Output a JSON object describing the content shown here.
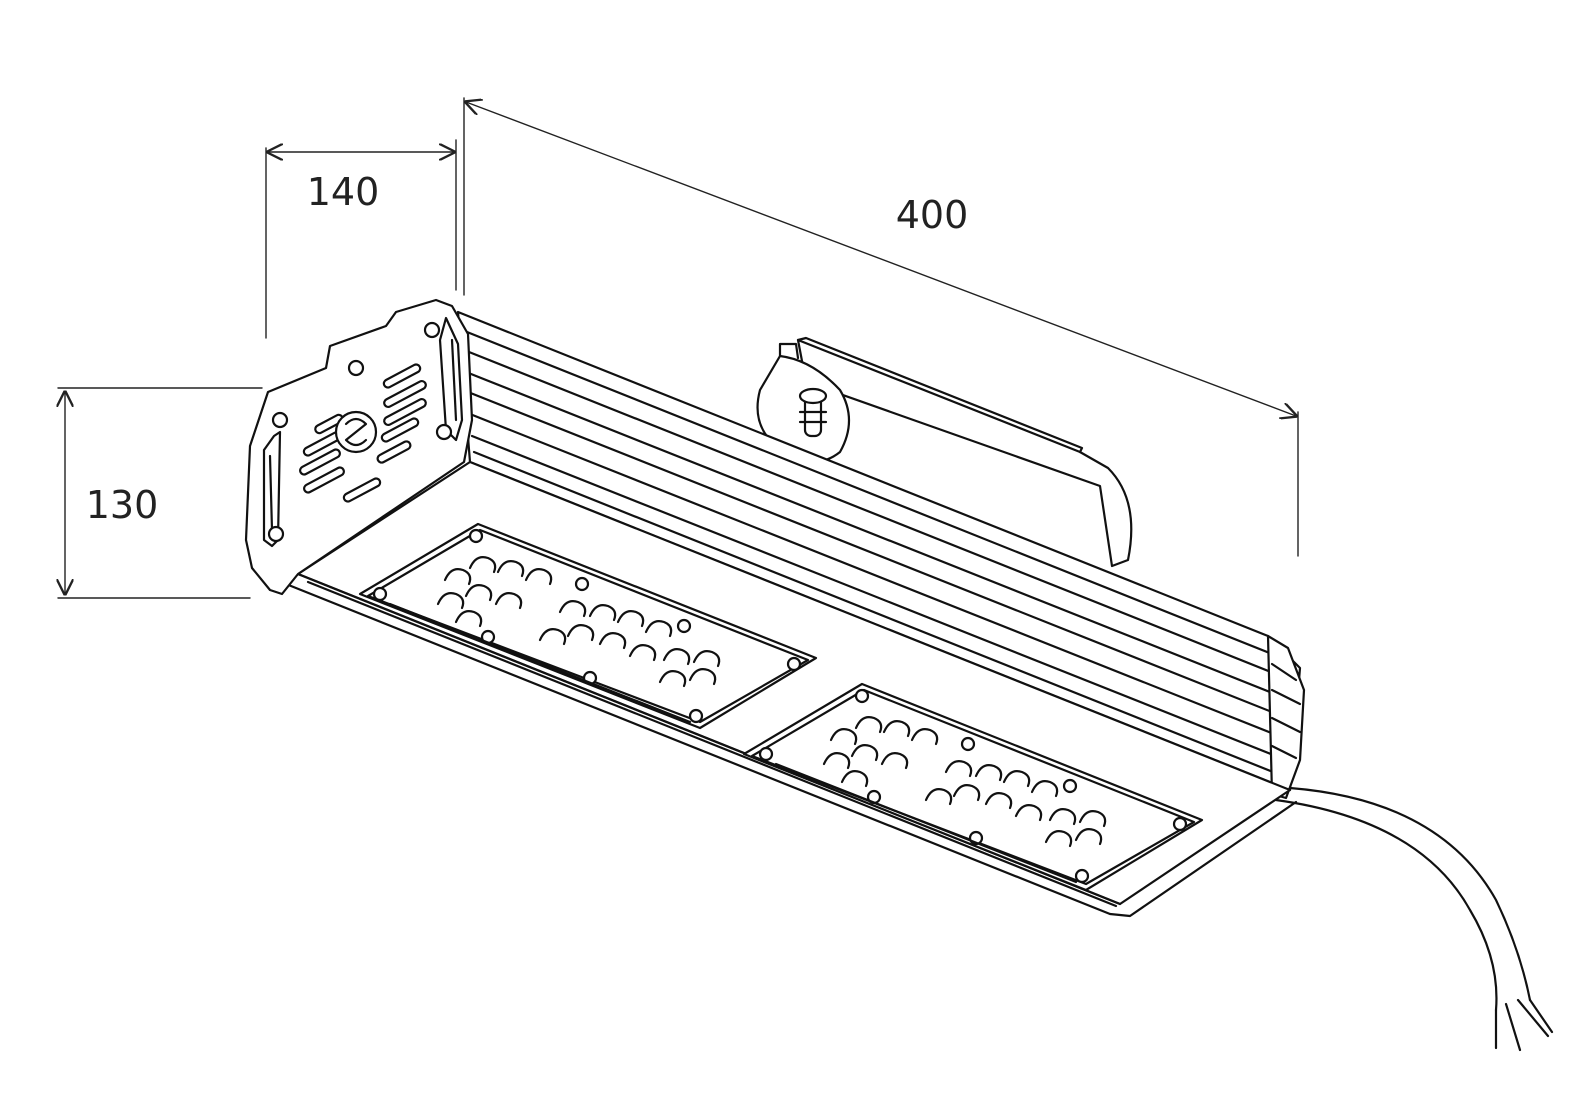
{
  "dimensions": {
    "width_label": "140",
    "length_label": "400",
    "height_label": "130"
  }
}
